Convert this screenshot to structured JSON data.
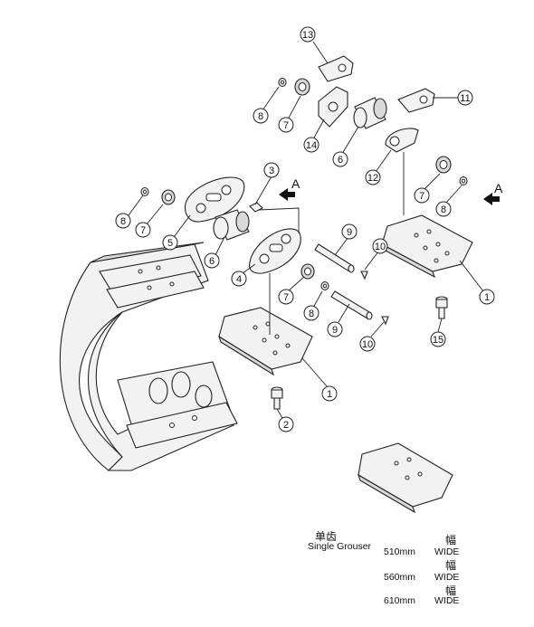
{
  "callouts": [
    "1",
    "2",
    "3",
    "4",
    "5",
    "6",
    "7",
    "8",
    "9",
    "10",
    "11",
    "12",
    "13",
    "14",
    "15"
  ],
  "view_marker": "A",
  "legend": {
    "title_cjk": "单齿",
    "title_en": "Single Grouser",
    "wide_cjk": "幅",
    "rows": [
      {
        "size": "510mm",
        "wide": "WIDE"
      },
      {
        "size": "560mm",
        "wide": "WIDE"
      },
      {
        "size": "610mm",
        "wide": "WIDE"
      }
    ]
  }
}
